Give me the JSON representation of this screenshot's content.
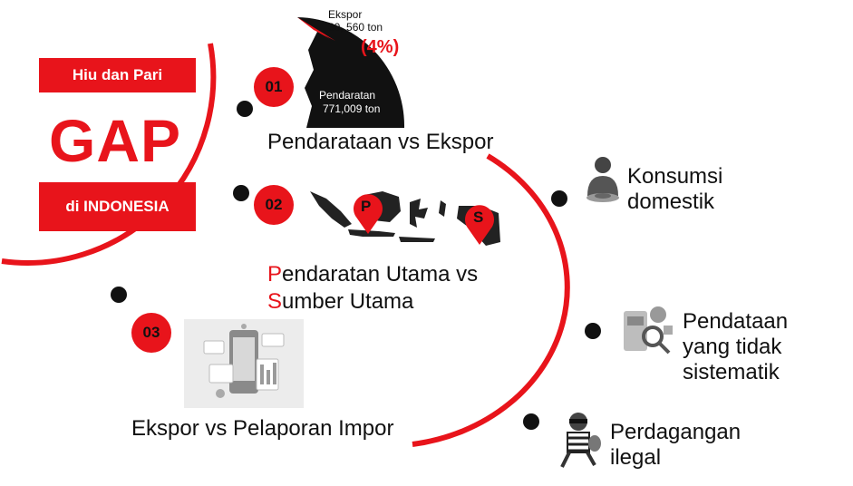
{
  "title_box": {
    "top_label": "Hiu dan Pari",
    "main_word": "GAP",
    "bottom_label": "di INDONESIA"
  },
  "gaps": [
    {
      "number": "01",
      "title": "Pendarataan vs Ekspor",
      "export_label": "Ekspor",
      "export_value": "30, 560 ton",
      "export_percent": "(4%)",
      "landing_label": "Pendaratan",
      "landing_value": "771,009  ton"
    },
    {
      "number": "02",
      "title_first_letter": "P",
      "title_line1_rest": "endaratan Utama vs",
      "title_line2_first_letter": "S",
      "title_line2_rest": "umber Utama",
      "map_pin_p": "P",
      "map_pin_s": "S"
    },
    {
      "number": "03",
      "title": "Ekspor vs Pelaporan Impor"
    }
  ],
  "causes": [
    {
      "line1": "Konsumsi",
      "line2": "domestik",
      "icon": "person-eating-icon"
    },
    {
      "line1": "Pendataan",
      "line2": "yang tidak",
      "line3": "sistematik",
      "icon": "data-analysis-icon"
    },
    {
      "line1": "Perdagangan",
      "line2": "ilegal",
      "icon": "thief-icon"
    }
  ],
  "colors": {
    "accent": "#e8141b",
    "dark": "#111111"
  }
}
